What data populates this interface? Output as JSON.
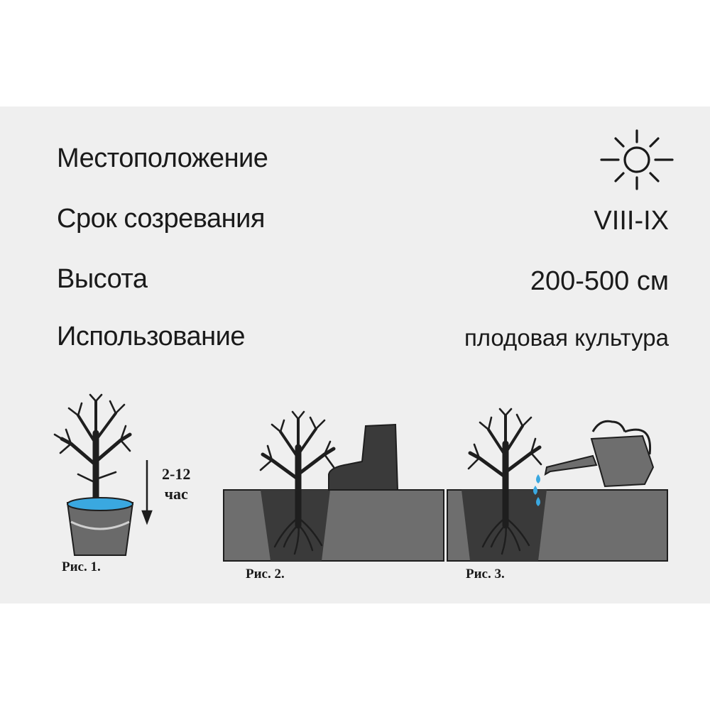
{
  "rows": [
    {
      "label": "Местоположение",
      "value_icon": "sun-icon"
    },
    {
      "label": "Срок созревания",
      "value": "VIII-IX"
    },
    {
      "label": "Высота",
      "value": "200-500 см"
    },
    {
      "label": "Использование",
      "value": "плодовая культура"
    }
  ],
  "figures": {
    "fig1": {
      "caption": "Рис. 1.",
      "duration_value": "2-12",
      "duration_unit": "час"
    },
    "fig2": {
      "caption": "Рис. 2."
    },
    "fig3": {
      "caption": "Рис. 3."
    }
  },
  "colors": {
    "background": "#efefef",
    "soil": "#6e6e6e",
    "hole": "#3a3a3a",
    "water": "#3aa8e0",
    "tree": "#1e1e1e"
  }
}
